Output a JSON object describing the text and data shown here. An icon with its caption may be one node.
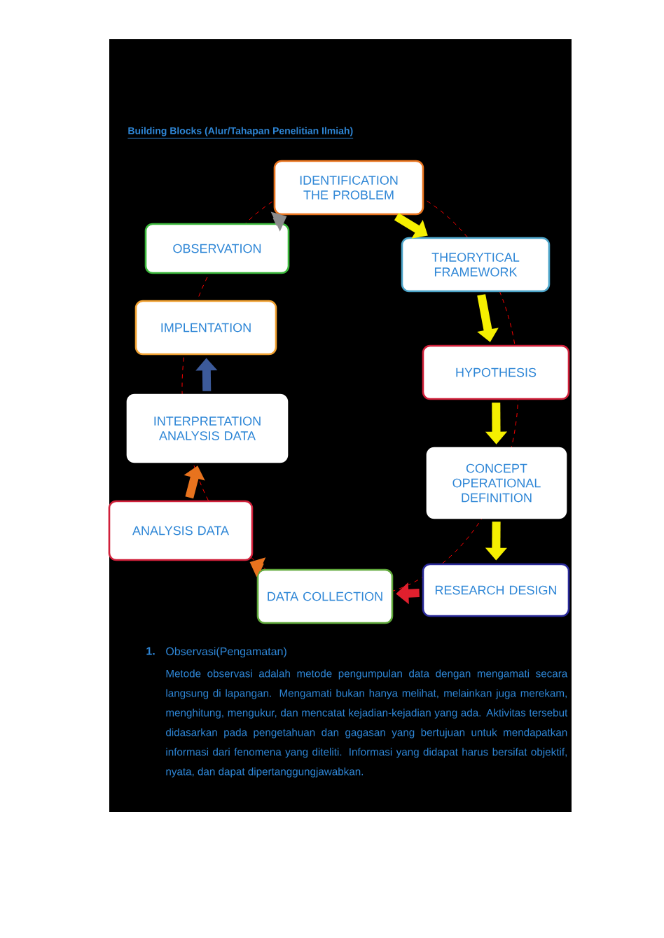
{
  "diagram": {
    "title": "Building Blocks (Alur/Tahapan Penelitian Ilmiah)",
    "nodes": [
      {
        "text": [
          "IDENTIFICATION THE PROBLEM"
        ]
      },
      {
        "text": [
          "THEORYTICAL FRAMEWORK"
        ]
      },
      {
        "text": [
          "HYPOTHESIS"
        ]
      },
      {
        "text": [
          "CONCEPT OPERATIONAL DEFINITION"
        ]
      },
      {
        "text": [
          "RESEARCH DESIGN"
        ]
      },
      {
        "text": [
          "DATA COLLECTION"
        ]
      },
      {
        "text": [
          "ANALYSIS DATA"
        ]
      },
      {
        "text": [
          "INTERPRETATION ANALYSIS DATA"
        ]
      },
      {
        "text": [
          "IMPLENTATION"
        ]
      },
      {
        "text": [
          "OBSERVATION"
        ]
      }
    ],
    "edges": [
      {
        "from": 0,
        "to": 1,
        "arrow": "to"
      },
      {
        "from": 1,
        "to": 2,
        "arrow": "to"
      },
      {
        "from": 2,
        "to": 3,
        "arrow": "to"
      },
      {
        "from": 3,
        "to": 4,
        "arrow": "to"
      },
      {
        "from": 4,
        "to": 5,
        "arrow": "to",
        "color": "#e0202e"
      },
      {
        "from": 5,
        "to": 6,
        "arrow": "to",
        "color": "#e8731e"
      },
      {
        "from": 6,
        "to": 7,
        "arrow": "to",
        "color": "#e8731e"
      },
      {
        "from": 7,
        "to": 8,
        "arrow": "to",
        "color": "#3c5a9a"
      },
      {
        "from": 9,
        "to": 0,
        "arrow": "to",
        "color": "#8c8c8c"
      }
    ],
    "labels": [
      "1.",
      "Observasi(Pengamatan)",
      "Metode observasi adalah metode pengumpulan data dengan mengamati secara langsung di lapangan. Mengamati bukan hanya melihat, melainkan juga merekam, menghitung, mengukur, dan mencatat kejadian-kejadian yang ada. Aktivitas tersebut didasarkan pada pengetahuan dan gagasan yang bertujuan untuk mendapatkan informasi dari fenomena yang diteliti. Informasi yang didapat harus bersifat objektif, nyata, dan dapat dipertanggungjawabkan."
    ]
  }
}
